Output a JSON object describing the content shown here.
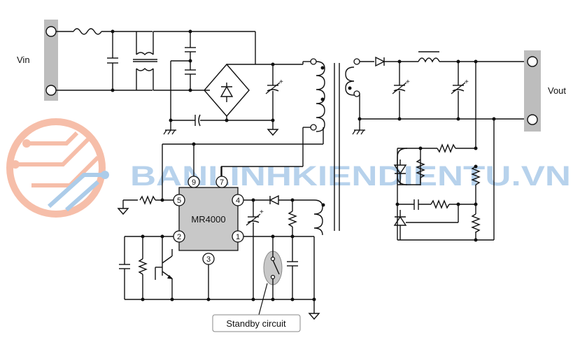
{
  "labels": {
    "vin": "Vin",
    "vout": "Vout",
    "ic_name": "MR4000",
    "standby": "Standby circuit",
    "watermark": "BANLINHKIENDIENTU.VN"
  },
  "ic_pins": {
    "p9": "9",
    "p7": "7",
    "p5": "5",
    "p4": "4",
    "p2": "2",
    "p1": "1",
    "p3": "3"
  },
  "polarity": {
    "plus": "+"
  },
  "colors": {
    "terminal_bar": "#bdbdbd",
    "ic_fill": "#c8c8c8",
    "wire": "#111111",
    "watermark_text": "#9fc4e6",
    "logo_orange": "#f08a64",
    "logo_blue": "#6aa3d8"
  }
}
